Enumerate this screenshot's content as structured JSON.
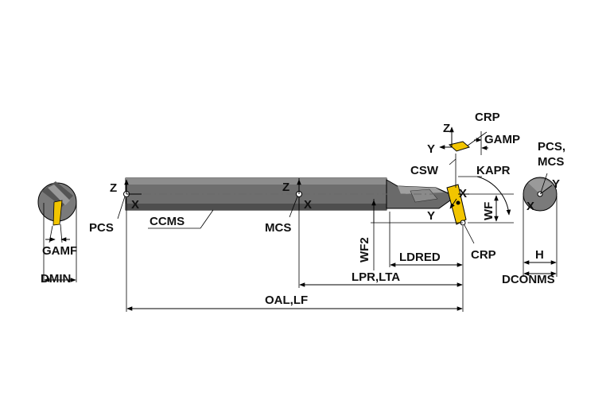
{
  "labels": {
    "z_pcs": "Z",
    "x_pcs": "X",
    "pcs": "PCS",
    "ccms": "CCMS",
    "z_mcs": "Z",
    "x_mcs": "X",
    "mcs": "MCS",
    "crp_top": "CRP",
    "z_insert": "Z",
    "gamp": "GAMP",
    "y_insert": "Y",
    "csw": "CSW",
    "kapr": "KAPR",
    "x_tip": "X",
    "y_tip": "Y",
    "wf": "WF",
    "crp_bottom": "CRP",
    "wf2": "WF2",
    "ldred": "LDRED",
    "lpr_lta": "LPR,LTA",
    "oal_lf": "OAL,LF",
    "gamf": "GAMF",
    "dmin": "DMIN",
    "pcs_mcs_line1": "PCS,",
    "pcs_mcs_line2": "MCS",
    "y_end": "Y",
    "x_end": "X",
    "h": "H",
    "dconms": "DCONMS"
  },
  "colors": {
    "shank_fill": "#6e6e6e",
    "shank_shadow": "#4a4a4a",
    "shank_highlight": "#9a9a9a",
    "insert_fill": "#f2c500",
    "line": "#000000"
  }
}
